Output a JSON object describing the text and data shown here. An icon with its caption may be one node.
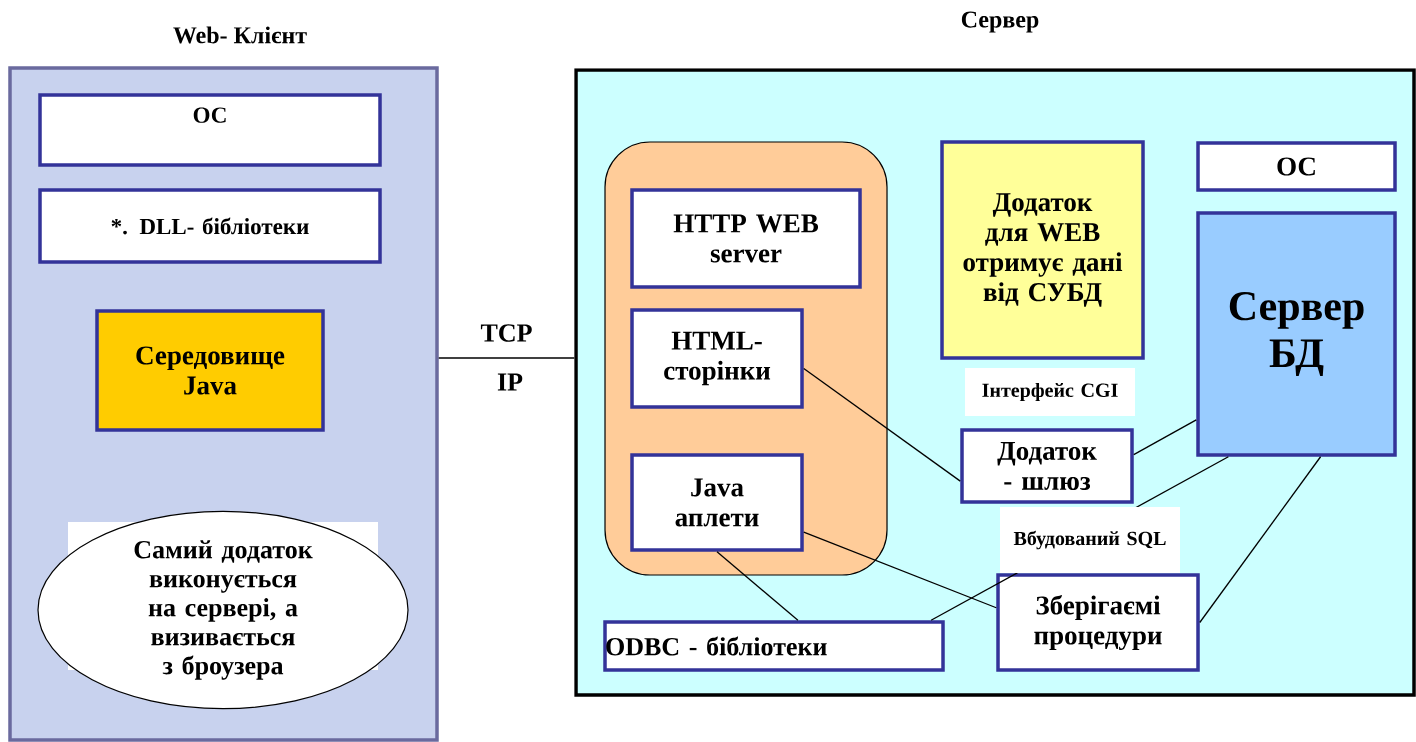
{
  "diagram": {
    "nodes": [
      {
        "text": [
          "Web- Клієнт"
        ]
      },
      {
        "text": [
          "ОС"
        ],
        "in": 0
      },
      {
        "text": [
          "*. DLL- бібліотеки"
        ],
        "in": 0
      },
      {
        "text": [
          "Середовище Java"
        ],
        "in": 0
      },
      {
        "text": [
          "Самий додаток виконується на сервері, а визивається з броузера"
        ],
        "in": 0
      },
      {
        "text": [
          "Сервер"
        ]
      },
      {
        "text": [],
        "shape": "box",
        "in": 5
      },
      {
        "text": [
          "HTTP WEB server"
        ],
        "in": 6
      },
      {
        "text": [
          "HTML- сторінки"
        ],
        "in": 6
      },
      {
        "text": [
          "Java аплети"
        ],
        "in": 6
      },
      {
        "text": [
          "Додаток для WEB отримує дані від СУБД"
        ],
        "in": 5
      },
      {
        "text": [
          "ОС"
        ],
        "in": 5
      },
      {
        "text": [
          "Сервер БД"
        ],
        "in": 5
      },
      {
        "text": [
          "Додаток - шлюз"
        ],
        "beside": [
          "Інтерфейс CGI"
        ],
        "in": 5
      },
      {
        "text": [
          "ODBC - бібліотеки"
        ],
        "in": 5
      },
      {
        "text": [
          "Зберігаємі процедури"
        ],
        "beside": [
          "Вбудований SQL"
        ],
        "in": 5
      }
    ],
    "edges": [
      {
        "from": 0,
        "to": 5,
        "arrow": "none",
        "label": "TCP"
      },
      {
        "from": 8,
        "to": 13,
        "arrow": "none"
      },
      {
        "from": 13,
        "to": 12,
        "arrow": "none"
      },
      {
        "from": 14,
        "to": 12,
        "arrow": "none"
      },
      {
        "from": 15,
        "to": 12,
        "arrow": "none"
      },
      {
        "from": 9,
        "to": 14,
        "arrow": "none"
      },
      {
        "from": 9,
        "to": 15,
        "arrow": "none"
      }
    ],
    "labels": [
      "IP"
    ]
  }
}
